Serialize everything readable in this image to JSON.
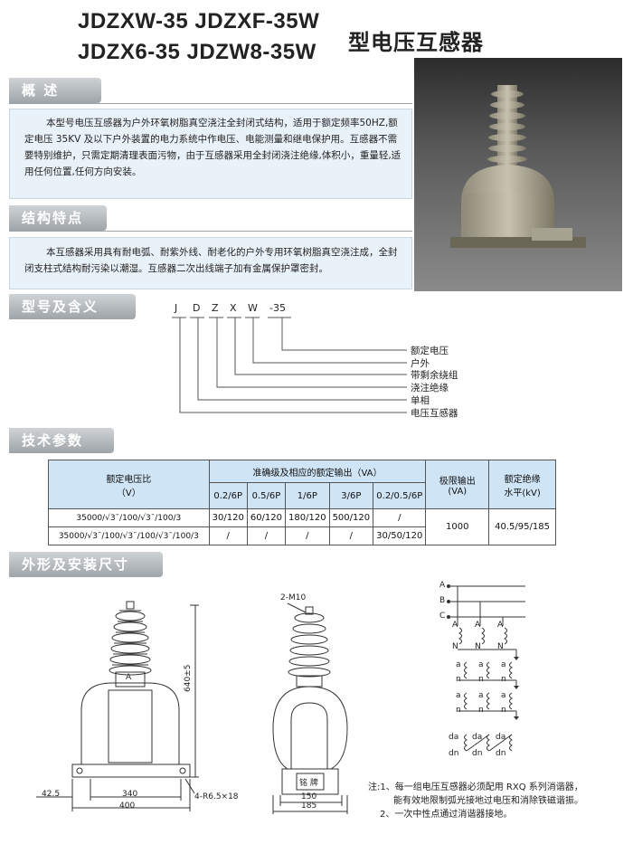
{
  "title": {
    "line1": "JDZXW-35  JDZXF-35W",
    "line2": "JDZX6-35   JDZW8-35W",
    "suffix": "型电压互感器"
  },
  "overview": {
    "heading": "概  述",
    "text": "本型号电压互感器为户外环氧树脂真空浇注全封闭式结构，适用于额定频率50HZ,额定电压 35KV 及以下户外装置的电力系统中作电压、电能测量和继电保护用。互感器不需要特别维护，只需定期清理表面污物，由于互感器采用全封闭浇注绝缘,体积小，重量轻,适用任何位置,任何方向安装。"
  },
  "features": {
    "heading": "结构特点",
    "text": "本互感器采用具有耐电弧、耐紫外线、耐老化的户外专用环氧树脂真空浇注成，全封闭支柱式结构耐污染以潮湿。互感器二次出线端子加有金属保护罩密封。"
  },
  "model": {
    "heading": "型号及含义",
    "code": [
      "J",
      "D",
      "Z",
      "X",
      "W",
      "-35"
    ],
    "meanings": [
      "额定电压",
      "户外",
      "带剩余绕组",
      "浇注绝缘",
      "单相",
      "电压互感器"
    ]
  },
  "params": {
    "heading": "技术参数",
    "col_ratio": "额定电压比",
    "col_ratio_unit": "（V）",
    "col_output": "准确级及相应的额定输出（VA）",
    "col_limit": "极限输出",
    "col_limit_unit": "(VA)",
    "col_insul": "额定绝缘",
    "col_insul_unit": "水平(kV)",
    "classes": [
      "0.2/6P",
      "0.5/6P",
      "1/6P",
      "3/6P",
      "0.2/0.5/6P"
    ],
    "rows": [
      {
        "ratio": "35000/√3¯/100/√3¯/100/3",
        "vals": [
          "30/120",
          "60/120",
          "180/120",
          "500/120",
          "/"
        ]
      },
      {
        "ratio": "35000/√3¯/100/√3¯/100/√3¯/100/3",
        "vals": [
          "/",
          "/",
          "/",
          "/",
          "30/50/120"
        ]
      }
    ],
    "limit": "1000",
    "insul": "40.5/95/185"
  },
  "dims": {
    "heading": "外形及安装尺寸",
    "d_42_5": "42.5",
    "d_340": "340",
    "d_400": "400",
    "d_holes": "4-R6.5×18",
    "d_640": "640±5",
    "d_a": "A",
    "d_2m10": "2-M10",
    "d_150": "150",
    "d_185": "185",
    "nameplate": "铭 牌"
  },
  "wiring": {
    "phases": [
      "A",
      "B",
      "C"
    ],
    "prim": [
      "A",
      "N"
    ],
    "sec": [
      "a",
      "n"
    ],
    "res": [
      "da",
      "dn"
    ]
  },
  "notes": {
    "n1": "注:1、每一组电压互感器必须配用 RXQ 系列消谐器，",
    "n1b": "能有效地限制弧光接地过电压和消除铁磁谐振。",
    "n2": "2、一次中性点通过消谐器接地。"
  }
}
